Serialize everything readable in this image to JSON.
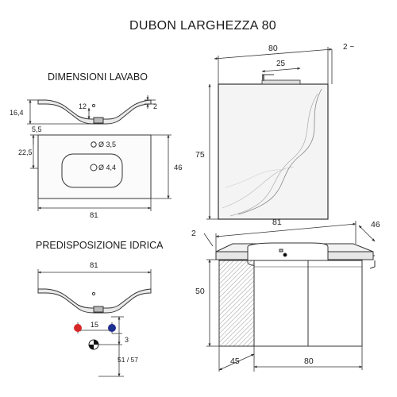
{
  "title": "DUBON LARGHEZZA 80",
  "sections": {
    "basin_dims": "DIMENSIONI LAVABO",
    "plumbing": "PREDISPOSIZIONE IDRICA"
  },
  "basin_side": {
    "height": "16,4",
    "depth": "12",
    "lip": "2"
  },
  "basin_top": {
    "hole_small": "Ø 3,5",
    "hole_large": "Ø 4,4",
    "offset_x": "5,5",
    "offset_y": "22,5",
    "depth": "46",
    "width": "81"
  },
  "plumbing_view": {
    "width": "81",
    "spacing": "15",
    "offset": "3",
    "height": "51 / 57"
  },
  "mirror": {
    "width": "80",
    "lamp": "25",
    "gap": "2 ~",
    "height": "75"
  },
  "cabinet": {
    "top_width": "81",
    "top_depth": "46",
    "top_thickness": "2",
    "height": "50",
    "depth": "45",
    "width": "80"
  },
  "colors": {
    "hot": "#d62828",
    "cold": "#1d2f8f",
    "line": "#333333",
    "mirror_fill": "#f4f4f4"
  }
}
